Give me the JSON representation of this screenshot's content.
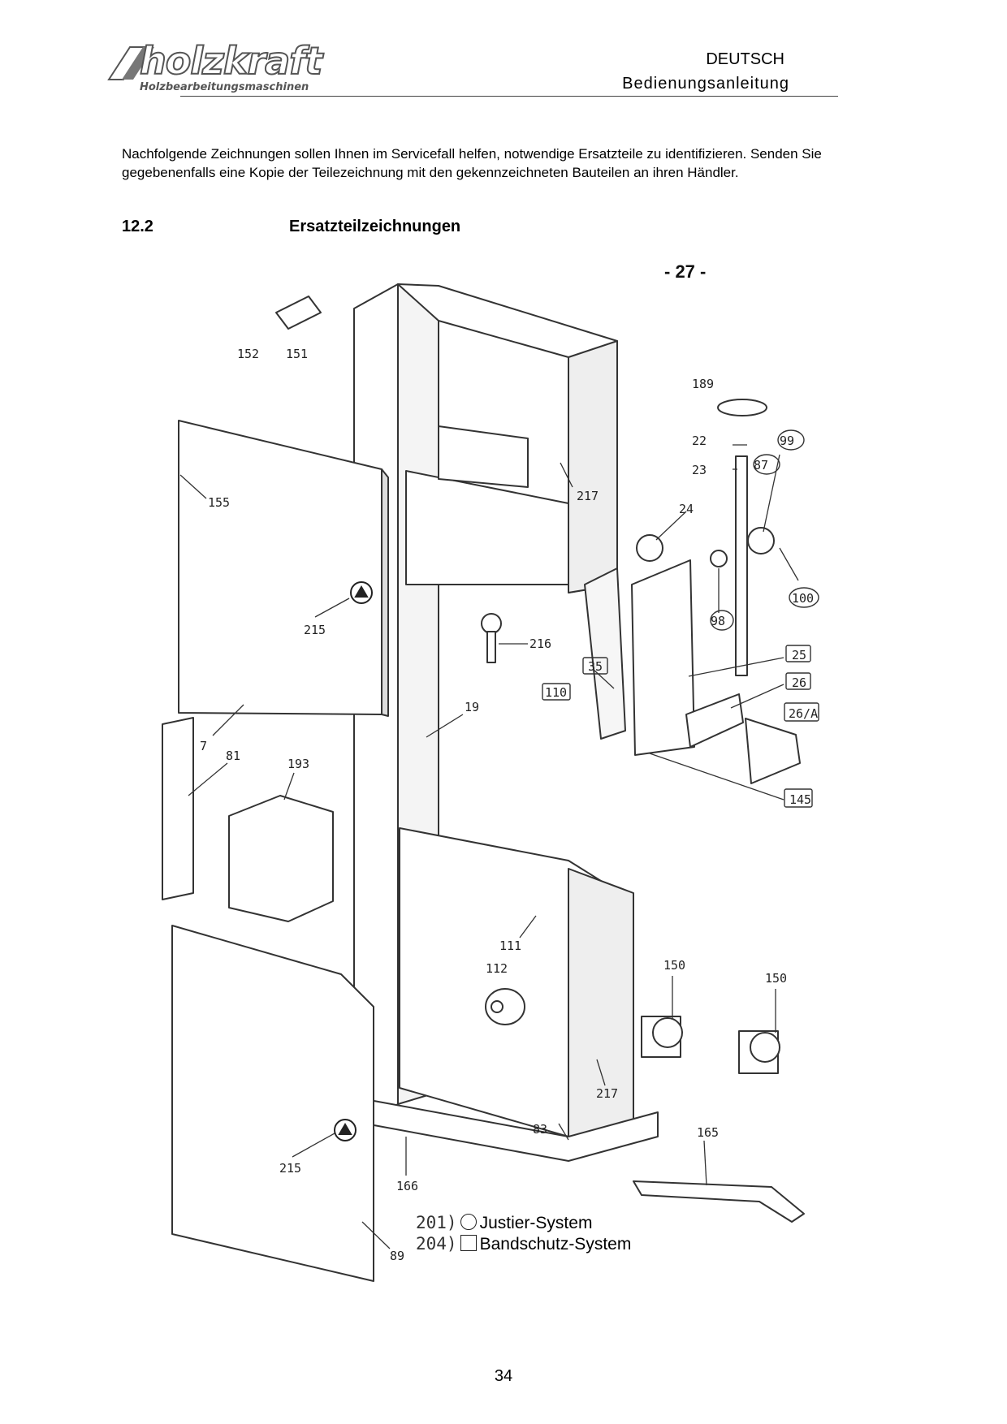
{
  "header": {
    "brand": "holzkraft",
    "brand_sub": "Holzbearbeitungsmaschinen",
    "language": "DEUTSCH",
    "doc_type": "Bedienungsanleitung"
  },
  "intro_text": "Nachfolgende Zeichnungen sollen Ihnen im Servicefall helfen, notwendige Ersatzteile zu identifizieren. Senden Sie gegebenenfalls eine  Kopie der Teilezeichnung mit den gekennzeichneten Bauteilen an ihren Händler.",
  "section": {
    "number": "12.2",
    "title": "Ersatzteilzeichnungen"
  },
  "drawing": {
    "sheet_number": "- 27 -",
    "part_labels": [
      "152",
      "151",
      "155",
      "215",
      "7",
      "81",
      "193",
      "19",
      "216",
      "217",
      "189",
      "22",
      "23",
      "87",
      "99",
      "24",
      "98",
      "100",
      "35",
      "110",
      "25",
      "26",
      "26/A",
      "145",
      "111",
      "112",
      "150",
      "150",
      "217",
      "83",
      "165",
      "166",
      "215",
      "89"
    ]
  },
  "legend": [
    {
      "code": "201)",
      "symbol": "circle",
      "label": "Justier-System"
    },
    {
      "code": "204)",
      "symbol": "square",
      "label": "Bandschutz-System"
    }
  ],
  "footer": {
    "page_number": "34"
  }
}
